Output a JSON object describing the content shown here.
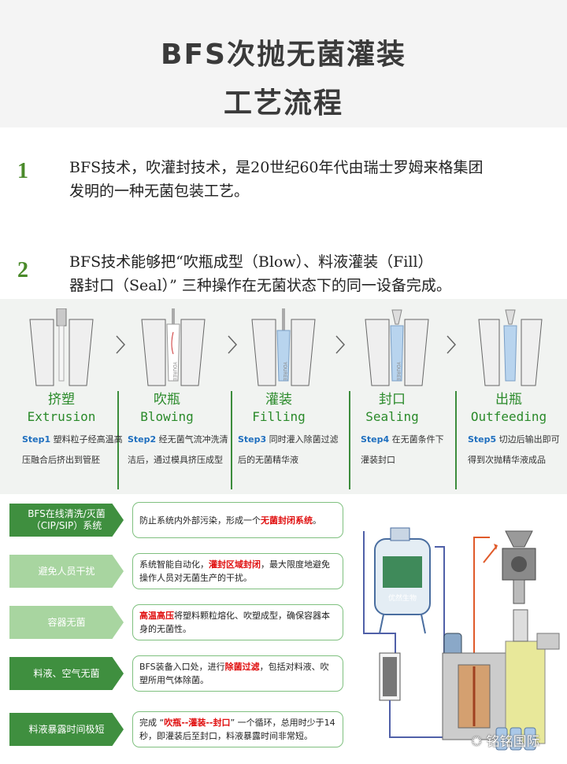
{
  "header": {
    "title_line1": "BFS次抛无菌灌装",
    "title_line2": "工艺流程"
  },
  "points": [
    {
      "num": "1",
      "line1": "BFS技术，吹灌封技术，是20世纪60年代由瑞士罗姆来格集团",
      "line2": "发明的一种无菌包装工艺。"
    },
    {
      "num": "2",
      "line1": "BFS技术能够把“吹瓶成型（Blow）、料液灌装（Fill）",
      "line2": "器封口（Seal）”  三种操作在无菌状态下的同一设备完成。"
    }
  ],
  "steps": [
    {
      "zh": "挤塑",
      "en": "Extrusion",
      "step": "Step1",
      "desc": "塑料粒子经高温高压融合后挤出到管胚"
    },
    {
      "zh": "吹瓶",
      "en": "Blowing",
      "step": "Step2",
      "desc": "经无菌气流冲洗清洁后，通过模具挤压成型"
    },
    {
      "zh": "灌装",
      "en": "Filling",
      "step": "Step3",
      "desc": "同时灌入除菌过滤后的无菌精华液"
    },
    {
      "zh": "封口",
      "en": "Sealing",
      "step": "Step4",
      "desc": "在无菌条件下灌装封口"
    },
    {
      "zh": "出瓶",
      "en": "Outfeeding",
      "step": "Step5",
      "desc": "切边后输出即可得到次抛精华液成品"
    }
  ],
  "mold_text": "YOUREE",
  "tank_label": "优然生物",
  "features": [
    {
      "label": "BFS在线清洗/灭菌（CIP/SIP）系统",
      "pre": "防止系统内外部污染，形成一个",
      "hl": "无菌封闭系统",
      "post": "。"
    },
    {
      "label": "避免人员干扰",
      "pre": "系统智能自动化，",
      "hl": "灌封区域封闭",
      "post": "，最大限度地避免操作人员对无菌生产的干扰。"
    },
    {
      "label": "容器无菌",
      "pre": "",
      "hl": "高温高压",
      "post": "将塑料颗粒熔化、吹塑成型，确保容器本身的无菌性。"
    },
    {
      "label": "料液、空气无菌",
      "pre": "BFS装备入口处，进行",
      "hl": "除菌过滤",
      "post": "，包括对料液、吹塑所用气体除菌。"
    },
    {
      "label": "料液暴露时间极短",
      "pre": "完成 “",
      "hl": "吹瓶--灌装--封口",
      "post": "” 一个循环，总用时少于14秒，即灌装后至封口，料液暴露时间非常短。"
    }
  ],
  "watermark": "铭铭国际",
  "colors": {
    "green_dark": "#3f8f3f",
    "green_light": "#a8d5a0",
    "number_green": "#4a8a2a",
    "step_blue": "#1f6fbf",
    "highlight_red": "#e01010"
  }
}
